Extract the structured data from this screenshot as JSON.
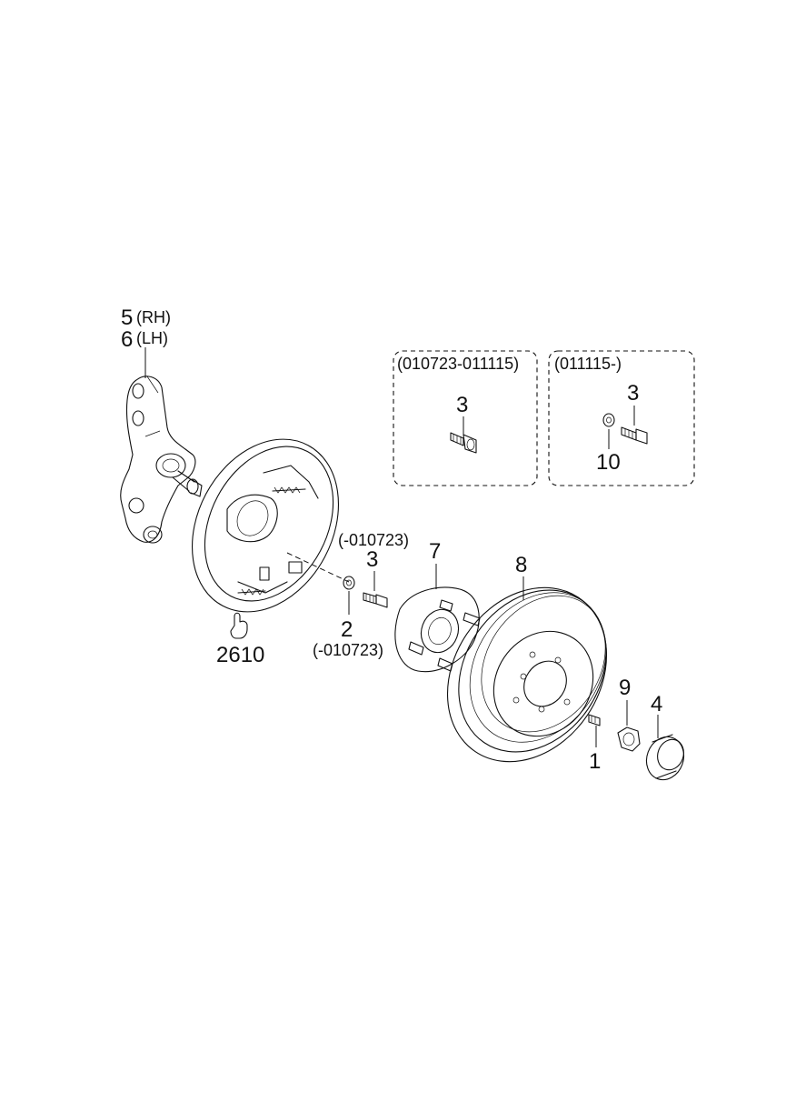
{
  "callouts": {
    "p5": "5",
    "p5_side": "(RH)",
    "p6": "6",
    "p6_side": "(LH)",
    "box1_range": "(010723-011115)",
    "box1_p3": "3",
    "box2_range": "(011115-)",
    "box2_p3": "3",
    "box2_p10": "10",
    "range_top": "(-010723)",
    "p3": "3",
    "p7": "7",
    "p8": "8",
    "p2": "2",
    "range_bottom": "(-010723)",
    "p2610": "2610",
    "p9": "9",
    "p4": "4",
    "p1": "1"
  }
}
